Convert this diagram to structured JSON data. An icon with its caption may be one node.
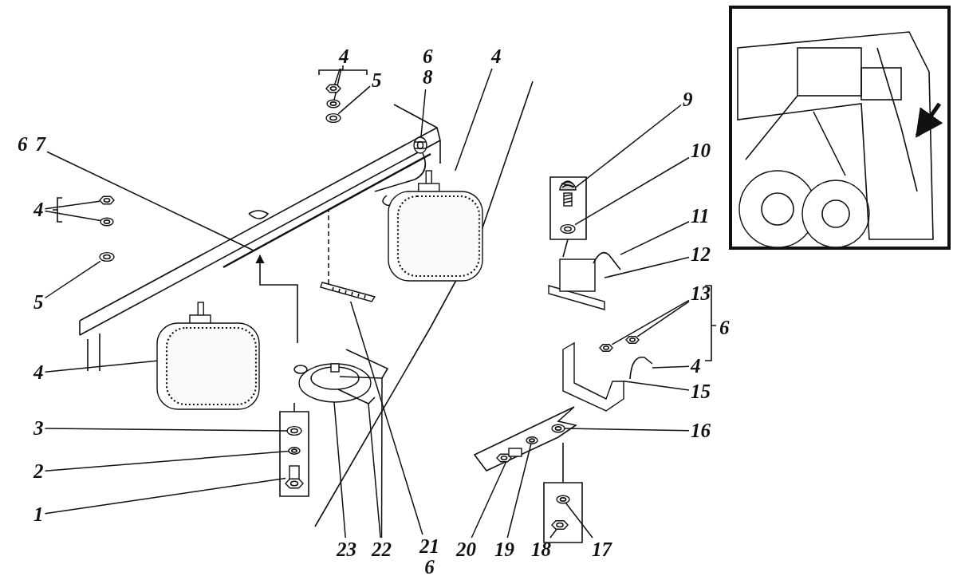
{
  "diagram": {
    "nodes": [
      {
        "text": [
          "4"
        ]
      },
      {
        "text": [
          "5"
        ]
      },
      {
        "text": [
          "6",
          "8"
        ]
      },
      {
        "text": [
          "4"
        ]
      },
      {
        "text": [
          "6",
          "7"
        ]
      },
      {
        "text": [
          "4"
        ]
      },
      {
        "text": [
          "5"
        ]
      },
      {
        "text": [
          "4"
        ]
      },
      {
        "text": [
          "3"
        ]
      },
      {
        "text": [
          "2"
        ]
      },
      {
        "text": [
          "1"
        ]
      },
      {
        "text": [
          "23"
        ]
      },
      {
        "text": [
          "22"
        ]
      },
      {
        "text": [
          "21",
          "6"
        ]
      },
      {
        "text": [
          "20"
        ]
      },
      {
        "text": [
          "19"
        ]
      },
      {
        "text": [
          "18"
        ]
      },
      {
        "text": [
          "17"
        ]
      },
      {
        "text": [
          "16"
        ]
      },
      {
        "text": [
          "15"
        ]
      },
      {
        "text": [
          "4"
        ]
      },
      {
        "text": [
          "13"
        ]
      },
      {
        "text": [
          "12"
        ]
      },
      {
        "text": [
          "11"
        ]
      },
      {
        "text": [
          "10"
        ]
      },
      {
        "text": [
          "9"
        ]
      },
      {
        "text": [],
        "shape": "picture"
      },
      {
        "text": [],
        "shape": "picture"
      },
      {
        "text": [],
        "shape": "picture"
      },
      {
        "text": [],
        "shape": "picture"
      },
      {
        "text": [],
        "shape": "picture"
      },
      {
        "text": [],
        "shape": "picture"
      },
      {
        "text": [],
        "shape": "picture"
      },
      {
        "text": [],
        "shape": "picture"
      },
      {
        "text": [],
        "shape": "picture"
      },
      {
        "text": [],
        "shape": "picture"
      },
      {
        "text": [],
        "shape": "picture"
      },
      {
        "text": [],
        "shape": "picture"
      },
      {
        "text": [],
        "shape": "picture"
      },
      {
        "text": [],
        "shape": "picture"
      },
      {
        "text": [],
        "shape": "picture"
      },
      {
        "text": [],
        "shape": "picture"
      },
      {
        "text": [],
        "shape": "picture"
      },
      {
        "text": [],
        "shape": "picture"
      },
      {
        "text": [],
        "shape": "picture"
      },
      {
        "text": [],
        "shape": "picture"
      },
      {
        "text": [],
        "shape": "picture"
      },
      {
        "text": [],
        "shape": "picture"
      },
      {
        "text": [],
        "shape": "picture"
      },
      {
        "text": [],
        "shape": "picture"
      },
      {
        "text": [],
        "shape": "picture"
      },
      {
        "text": [],
        "shape": "picture"
      },
      {
        "text": [],
        "shape": "picture"
      },
      {
        "text": [],
        "shape": "picture"
      },
      {
        "text": [],
        "shape": "picture"
      },
      {
        "text": [],
        "shape": "picture"
      }
    ],
    "edges": [
      {
        "from": 0,
        "to": 26,
        "arrow": "none"
      },
      {
        "from": 0,
        "to": 27,
        "arrow": "none"
      },
      {
        "from": 1,
        "to": 28,
        "arrow": "none"
      },
      {
        "from": 2,
        "to": 29,
        "arrow": "none"
      },
      {
        "from": 3,
        "to": 30,
        "arrow": "none"
      },
      {
        "from": 4,
        "to": 31,
        "arrow": "none"
      },
      {
        "from": 5,
        "to": 32,
        "arrow": "none"
      },
      {
        "from": 5,
        "to": 33,
        "arrow": "none"
      },
      {
        "from": 6,
        "to": 34,
        "arrow": "none"
      },
      {
        "from": 7,
        "to": 35,
        "arrow": "none"
      },
      {
        "from": 8,
        "to": 36,
        "arrow": "none"
      },
      {
        "from": 9,
        "to": 37,
        "arrow": "none"
      },
      {
        "from": 10,
        "to": 38,
        "arrow": "none"
      },
      {
        "from": 11,
        "to": 39,
        "arrow": "none"
      },
      {
        "from": 12,
        "to": 40,
        "arrow": "none"
      },
      {
        "from": 12,
        "to": 41,
        "arrow": "none"
      },
      {
        "from": 13,
        "to": 42,
        "arrow": "none"
      },
      {
        "from": 14,
        "to": 43,
        "arrow": "none"
      },
      {
        "from": 15,
        "to": 44,
        "arrow": "none"
      },
      {
        "from": 16,
        "to": 45,
        "arrow": "none"
      },
      {
        "from": 17,
        "to": 46,
        "arrow": "none"
      },
      {
        "from": 18,
        "to": 47,
        "arrow": "none"
      },
      {
        "from": 19,
        "to": 48,
        "arrow": "none"
      },
      {
        "from": 20,
        "to": 49,
        "arrow": "none"
      },
      {
        "from": 21,
        "to": 50,
        "arrow": "none"
      },
      {
        "from": 21,
        "to": 51,
        "arrow": "none"
      },
      {
        "from": 22,
        "to": 52,
        "arrow": "none"
      },
      {
        "from": 23,
        "to": 53,
        "arrow": "none"
      },
      {
        "from": 24,
        "to": 54,
        "arrow": "none"
      },
      {
        "from": 25,
        "to": 55,
        "arrow": "none"
      },
      {
        "from": 42,
        "to": 31,
        "arrow": "none",
        "style": "dashed"
      }
    ],
    "labels": [
      "6"
    ]
  }
}
